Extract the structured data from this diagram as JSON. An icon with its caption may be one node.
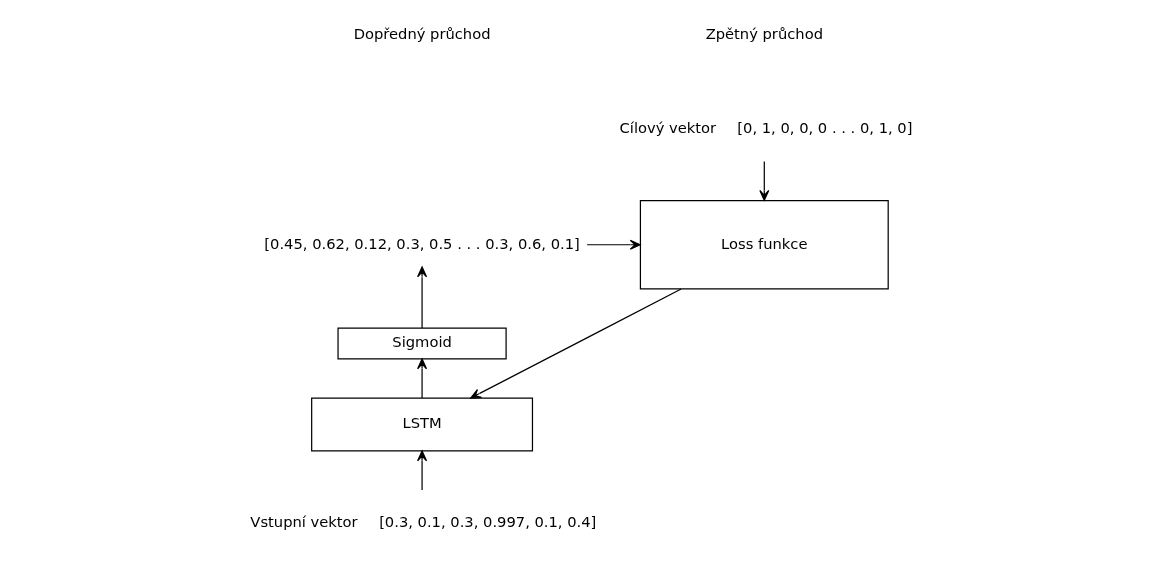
{
  "diagram": {
    "nodes": [
      {
        "text": [
          "[0.3, 0.1, 0.3, 0.997, 0.1, 0.4]"
        ],
        "beside": [
          "Vstupní vektor"
        ]
      },
      {
        "text": [
          "LSTM"
        ]
      },
      {
        "text": [
          "Sigmoid"
        ]
      },
      {
        "text": [
          "[0.45, 0.62, 0.12, 0.3, 0.5 . . . 0.3, 0.6, 0.1]"
        ]
      },
      {
        "text": [
          "Loss funkce"
        ]
      },
      {
        "text": [
          "[0, 1, 0, 0, 0 . . . 0, 1, 0]"
        ],
        "beside": [
          "Cílový vektor"
        ]
      }
    ],
    "edges": [
      {
        "from": 0,
        "to": 1,
        "arrow": "to"
      },
      {
        "from": 1,
        "to": 2,
        "arrow": "to"
      },
      {
        "from": 2,
        "to": 3,
        "arrow": "to"
      },
      {
        "from": 3,
        "to": 4,
        "arrow": "to"
      },
      {
        "from": 5,
        "to": 4,
        "arrow": "to"
      },
      {
        "from": 4,
        "to": 1,
        "arrow": "to"
      }
    ],
    "labels": [
      "Dopředný průchod",
      "Zpětný průchod"
    ]
  }
}
